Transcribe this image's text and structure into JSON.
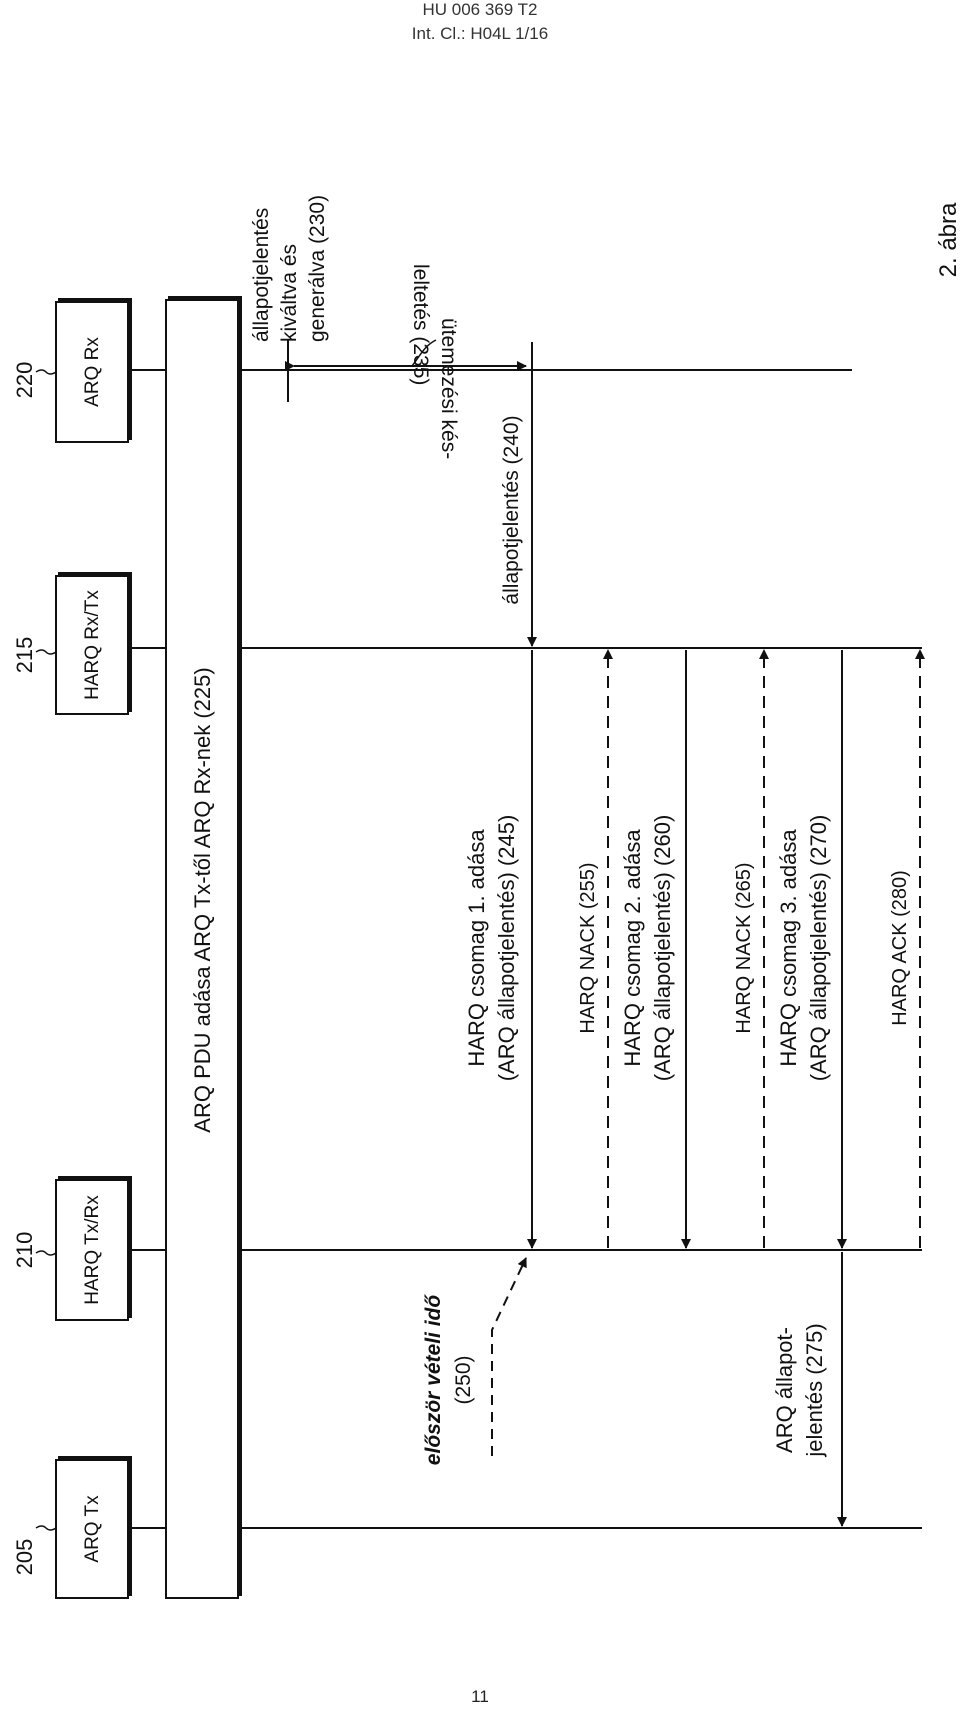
{
  "header": {
    "doc_number": "HU 006 369 T2",
    "classification": "Int. Cl.: H04L 1/16"
  },
  "page_number": "11",
  "figure_label": "2. ábra",
  "entities": [
    {
      "id": "205",
      "label": "ARQ Tx"
    },
    {
      "id": "210",
      "label": "HARQ Tx/Rx"
    },
    {
      "id": "215",
      "label": "HARQ Rx/Tx"
    },
    {
      "id": "220",
      "label": "ARQ Rx"
    }
  ],
  "pdu_bar_label": "ARQ PDU adása ARQ Tx-től ARQ Rx-nek (225)",
  "trigger": {
    "line1": "állapotjelentés",
    "line2": "kiváltva és",
    "line3": "generálva (230)"
  },
  "scheduling_delay": {
    "line1": "ütemezési kés-",
    "line2": "leltetés (235)"
  },
  "status_report": "állapotjelentés (240)",
  "first_reception": {
    "line1": "először vételi idő",
    "line2": "(250)"
  },
  "messages": [
    {
      "id": "245",
      "line1": "HARQ csomag 1. adása",
      "line2": "(ARQ állapotjelentés) (245)"
    },
    {
      "id": "255",
      "line1": "HARQ NACK (255)"
    },
    {
      "id": "260",
      "line1": "HARQ csomag 2. adása",
      "line2": "(ARQ állapotjelentés) (260)"
    },
    {
      "id": "265",
      "line1": "HARQ NACK (265)"
    },
    {
      "id": "270",
      "line1": "HARQ csomag 3. adása",
      "line2": "(ARQ állapotjelentés) (270)"
    },
    {
      "id": "280",
      "line1": "HARQ ACK (280)"
    }
  ],
  "arq_report": {
    "line1": "ARQ állapot-",
    "line2": "jelentés (275)"
  }
}
